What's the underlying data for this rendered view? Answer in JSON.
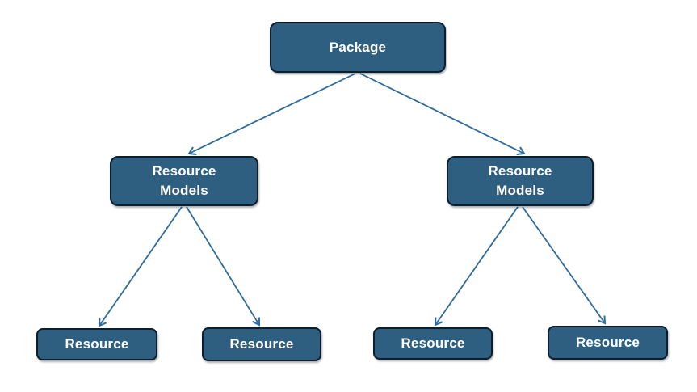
{
  "diagram": {
    "type": "tree",
    "colors": {
      "background": "#ffffff",
      "node_fill": "#2e5f80",
      "node_border": "#0d1e2d",
      "arrow": "#2e6b9d",
      "text": "#ffffff"
    },
    "nodes": [
      {
        "id": "package",
        "label": "Package",
        "level": 1
      },
      {
        "id": "resource-models-left",
        "label": "Resource\nModels",
        "level": 2
      },
      {
        "id": "resource-models-right",
        "label": "Resource\nModels",
        "level": 2
      },
      {
        "id": "resource-1",
        "label": "Resource",
        "level": 3
      },
      {
        "id": "resource-2",
        "label": "Resource",
        "level": 3
      },
      {
        "id": "resource-3",
        "label": "Resource",
        "level": 3
      },
      {
        "id": "resource-4",
        "label": "Resource",
        "level": 3
      }
    ],
    "edges": [
      {
        "from": "package",
        "to": "resource-models-left"
      },
      {
        "from": "package",
        "to": "resource-models-right"
      },
      {
        "from": "resource-models-left",
        "to": "resource-1"
      },
      {
        "from": "resource-models-left",
        "to": "resource-2"
      },
      {
        "from": "resource-models-right",
        "to": "resource-3"
      },
      {
        "from": "resource-models-right",
        "to": "resource-4"
      }
    ]
  }
}
